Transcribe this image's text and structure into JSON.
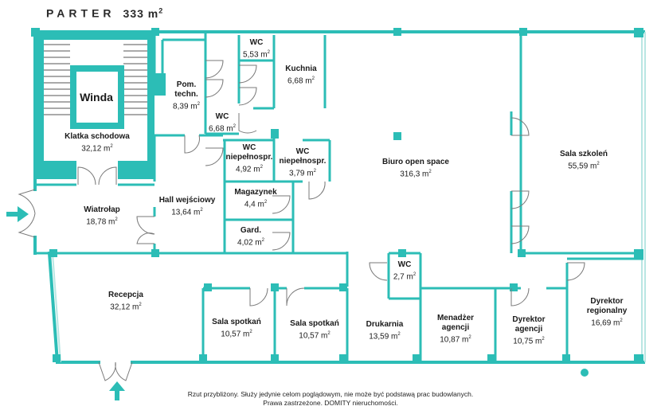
{
  "title": {
    "label": "PARTER",
    "area_value": "333 m",
    "area_unit_sup": "2"
  },
  "elevator_label": "Winda",
  "rooms": [
    {
      "id": "klatka",
      "name": "Klatka schodowa",
      "area": "32,12 m"
    },
    {
      "id": "pom-techn",
      "name": "Pom.\ntechn.",
      "area": "8,39 m"
    },
    {
      "id": "wc1",
      "name": "WC",
      "area": "5,53 m"
    },
    {
      "id": "kuchnia",
      "name": "Kuchnia",
      "area": "6,68 m"
    },
    {
      "id": "wc2",
      "name": "WC",
      "area": "6,68 m"
    },
    {
      "id": "wc-niepeln1",
      "name": "WC\nniepełnospr.",
      "area": "4,92 m"
    },
    {
      "id": "wc-niepeln2",
      "name": "WC\nniepełnospr.",
      "area": "3,79 m"
    },
    {
      "id": "biuro",
      "name": "Biuro open space",
      "area": "316,3 m"
    },
    {
      "id": "sala-szkolen",
      "name": "Sala szkoleń",
      "area": "55,59 m"
    },
    {
      "id": "wiatrolap",
      "name": "Wiatrołap",
      "area": "18,78 m"
    },
    {
      "id": "hall",
      "name": "Hall wejściowy",
      "area": "13,64 m"
    },
    {
      "id": "magazynek",
      "name": "Magazynek",
      "area": "4,4 m"
    },
    {
      "id": "gard",
      "name": "Gard.",
      "area": "4,02 m"
    },
    {
      "id": "wc3",
      "name": "WC",
      "area": "2,7 m"
    },
    {
      "id": "recepcja",
      "name": "Recepcja",
      "area": "32,12 m"
    },
    {
      "id": "sala-spotkan1",
      "name": "Sala spotkań",
      "area": "10,57 m"
    },
    {
      "id": "sala-spotkan2",
      "name": "Sala spotkań",
      "area": "10,57 m"
    },
    {
      "id": "drukarnia",
      "name": "Drukarnia",
      "area": "13,59 m"
    },
    {
      "id": "menadzer",
      "name": "Menadżer\nagencji",
      "area": "10,87 m"
    },
    {
      "id": "dyrektor-agencji",
      "name": "Dyrektor\nagencji",
      "area": "10,75 m"
    },
    {
      "id": "dyrektor-reg",
      "name": "Dyrektor\nregionalny",
      "area": "16,69 m"
    }
  ],
  "area_unit_sup": "2",
  "disclaimer": {
    "line1": "Rzut przybliżony. Służy jedynie celom poglądowym, nie może być podstawą prac budowlanych.",
    "line2": "Prawa zastrzeżone. DOMITY nieruchomości."
  },
  "colors": {
    "wall": "#2cbdb6",
    "window": "#b9e6e3",
    "accent": "#2cbdb6",
    "text": "#1a1a1a",
    "door": "#7a7a7a"
  },
  "icons": {
    "entrance_west": "arrow-right-icon",
    "entrance_south": "arrow-up-icon",
    "compass": "dot-icon"
  }
}
